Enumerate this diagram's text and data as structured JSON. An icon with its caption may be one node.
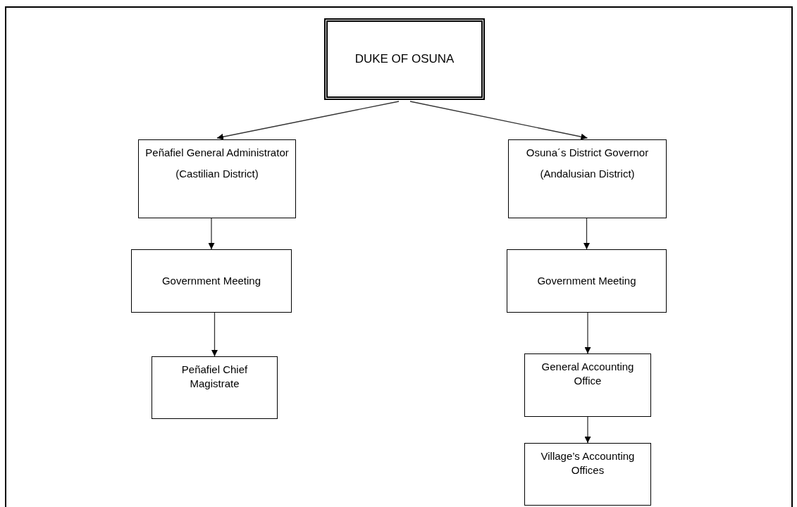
{
  "diagram": {
    "nodes": [
      {
        "text": [
          "DUKE OF OSUNA"
        ]
      },
      {
        "text": [
          "Peñafiel General Administrator",
          "(Castilian District)"
        ]
      },
      {
        "text": [
          "Osuna´s District Governor",
          "(Andalusian District)"
        ]
      },
      {
        "text": [
          "Government Meeting"
        ]
      },
      {
        "text": [
          "Government Meeting"
        ]
      },
      {
        "text": [
          "Peñafiel Chief Magistrate"
        ]
      },
      {
        "text": [
          "General Accounting Office"
        ]
      },
      {
        "text": [
          "Village’s Accounting Offices"
        ]
      }
    ],
    "edges": [
      {
        "from": 0,
        "to": 1,
        "arrow": "to"
      },
      {
        "from": 0,
        "to": 2,
        "arrow": "to"
      },
      {
        "from": 1,
        "to": 3,
        "arrow": "to"
      },
      {
        "from": 2,
        "to": 4,
        "arrow": "to"
      },
      {
        "from": 3,
        "to": 5,
        "arrow": "to"
      },
      {
        "from": 4,
        "to": 6,
        "arrow": "to"
      },
      {
        "from": 6,
        "to": 7,
        "arrow": "to"
      }
    ]
  }
}
